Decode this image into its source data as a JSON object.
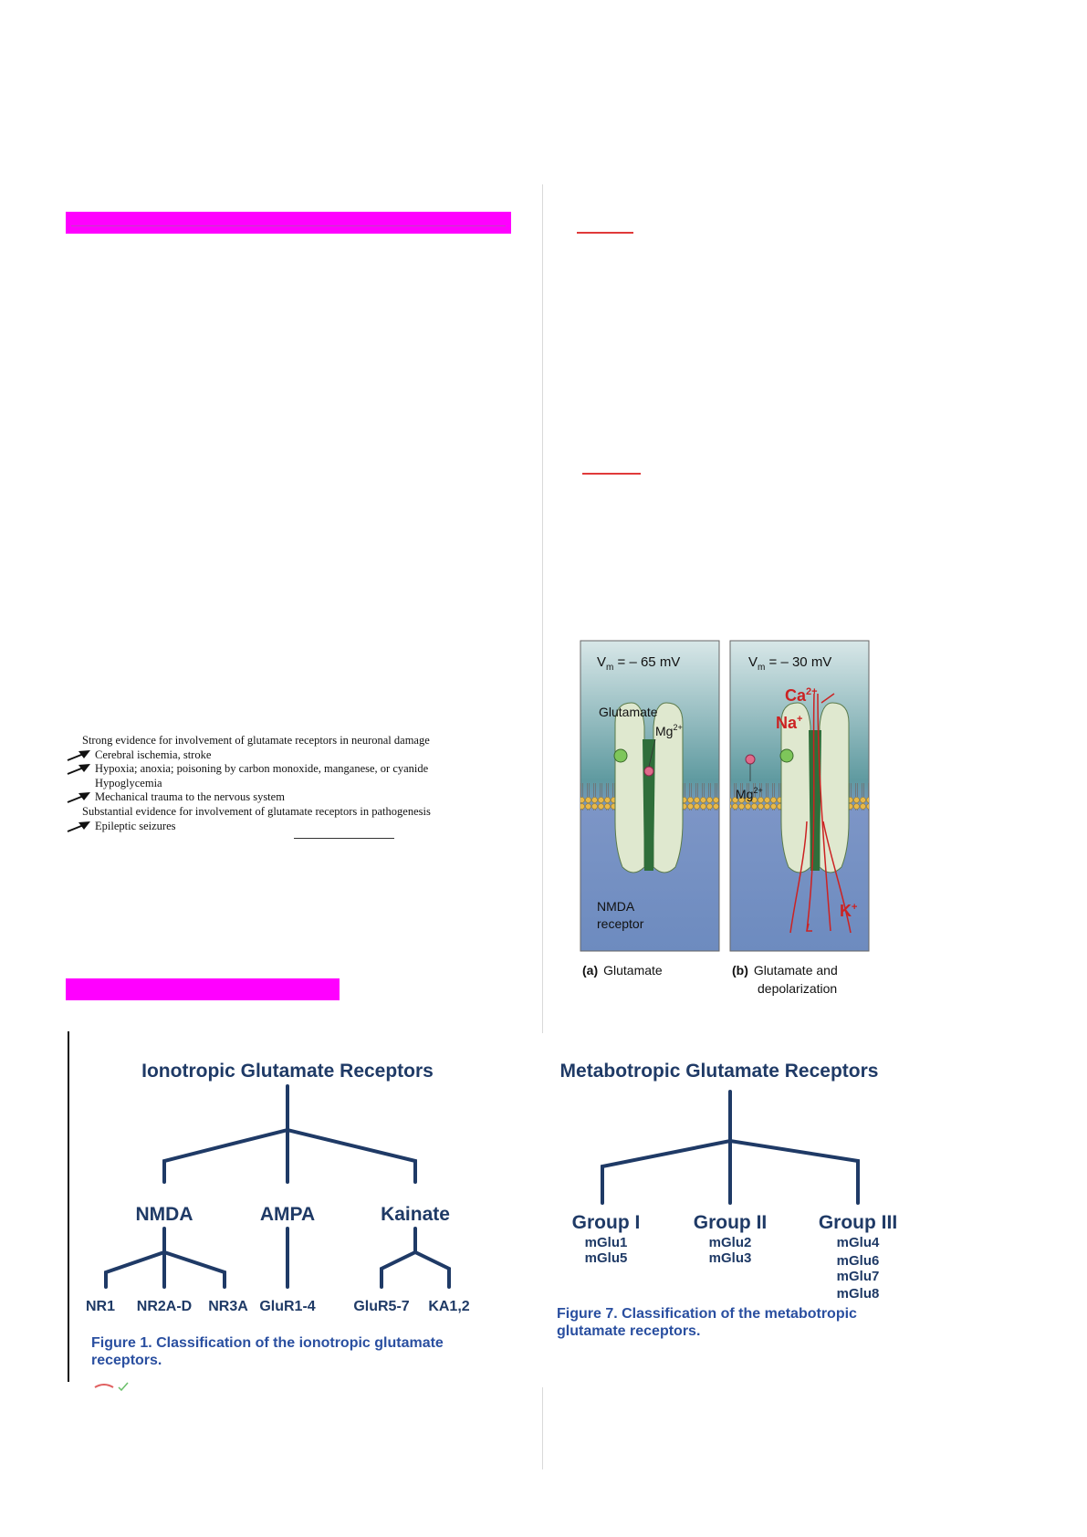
{
  "evidence_table": {
    "heading1": "Strong evidence for involvement of glutamate receptors in neuronal damage",
    "items1": [
      {
        "text": "Cerebral ischemia, stroke",
        "arrow": true
      },
      {
        "text": "Hypoxia; anoxia; poisoning by carbon monoxide, manganese, or cyanide",
        "arrow": true
      },
      {
        "text": "Hypoglycemia",
        "arrow": false
      },
      {
        "text": "Mechanical trauma to the nervous system",
        "arrow": true
      }
    ],
    "heading2": "Substantial evidence for involvement of glutamate receptors in pathogenesis",
    "items2": [
      {
        "text": "Epileptic seizures",
        "arrow": true
      }
    ]
  },
  "nmda_figure": {
    "left_panel": {
      "vm": "V",
      "vm_sub": "m",
      "vm_value": " = – 65 mV",
      "glutamate": "Glutamate",
      "mg": "Mg",
      "mg_sup": "2+",
      "nmda_line1": "NMDA",
      "nmda_line2": "receptor"
    },
    "right_panel": {
      "vm": "V",
      "vm_sub": "m",
      "vm_value": " = – 30 mV",
      "ca": "Ca",
      "ca_sup": "2+",
      "na": "Na",
      "na_sup": "+",
      "mg": "Mg",
      "mg_sup": "2+",
      "k": "K",
      "k_sup": "+"
    },
    "caption_a_letter": "(a)",
    "caption_a_text": "Glutamate",
    "caption_b_letter": "(b)",
    "caption_b_line1": "Glutamate and",
    "caption_b_line2": "depolarization",
    "colors": {
      "top": "#5f9aa0",
      "bottom": "#6d8bbf",
      "receptor": "#dfe8cf",
      "channel": "#2f6e3a",
      "ion": "#cc2222"
    }
  },
  "ionotropic": {
    "title": "Ionotropic Glutamate Receptors",
    "groups": [
      "NMDA",
      "AMPA",
      "Kainate"
    ],
    "subunits": [
      "NR1",
      "NR2A-D",
      "NR3A",
      "GluR1-4",
      "GluR5-7",
      "KA1,2"
    ],
    "caption_line1": "Figure 1. Classification of the ionotropic glutamate",
    "caption_line2": "receptors."
  },
  "metabotropic": {
    "title": "Metabotropic Glutamate Receptors",
    "groups": [
      "Group I",
      "Group II",
      "Group III"
    ],
    "members": {
      "group1": [
        "mGlu1",
        "mGlu5"
      ],
      "group2": [
        "mGlu2",
        "mGlu3"
      ],
      "group3": [
        "mGlu4",
        "mGlu6",
        "mGlu7",
        "mGlu8"
      ]
    },
    "caption_line1": "Figure 7. Classification of the metabotropic",
    "caption_line2": "glutamate receptors."
  },
  "colors": {
    "highlight": "#ff00ff",
    "tree": "#1f3a66",
    "figure_caption": "#2a4fa0"
  }
}
